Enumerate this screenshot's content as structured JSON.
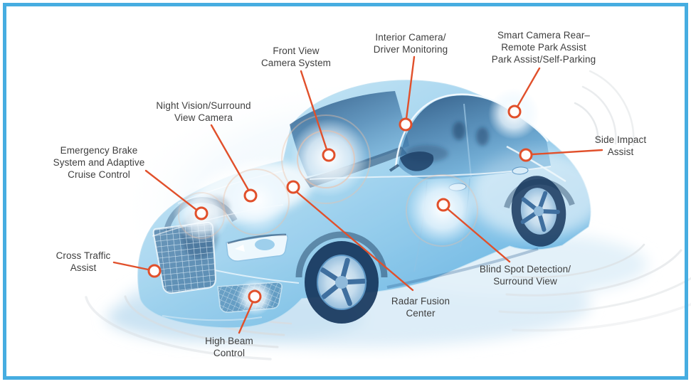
{
  "frame": {
    "border_color": "#46ade1",
    "background_color": "#ffffff"
  },
  "palette": {
    "callout_accent": "#e1502b",
    "label_text": "#3e3e3e",
    "car_blue_light": "#cfe9f8",
    "car_blue_mid": "#6cb5e2",
    "car_blue_dark": "#1d4066",
    "ripple_gray": "#d8dcdf"
  },
  "illustration": {
    "subject": "translucent x-ray sedan with ADAS sensor markers and radar ripples"
  },
  "callouts": [
    {
      "id": "front-view-camera-system",
      "lines": [
        "Front View",
        "Camera System"
      ]
    },
    {
      "id": "interior-camera-driver-monitoring",
      "lines": [
        "Interior Camera/",
        "Driver Monitoring"
      ]
    },
    {
      "id": "smart-camera-rear",
      "lines": [
        "Smart Camera Rear–",
        "Remote Park Assist",
        "Park Assist/Self-Parking"
      ]
    },
    {
      "id": "side-impact-assist",
      "lines": [
        "Side Impact",
        "Assist"
      ]
    },
    {
      "id": "night-vision-surround-view-camera",
      "lines": [
        "Night Vision/Surround",
        "View Camera"
      ]
    },
    {
      "id": "emergency-brake-adaptive-cruise",
      "lines": [
        "Emergency Brake",
        "System and Adaptive",
        "Cruise Control"
      ]
    },
    {
      "id": "cross-traffic-assist",
      "lines": [
        "Cross Traffic",
        "Assist"
      ]
    },
    {
      "id": "high-beam-control",
      "lines": [
        "High Beam",
        "Control"
      ]
    },
    {
      "id": "radar-fusion-center",
      "lines": [
        "Radar Fusion",
        "Center"
      ]
    },
    {
      "id": "blind-spot-detection-surround-view",
      "lines": [
        "Blind Spot Detection/",
        "Surround View"
      ]
    }
  ]
}
